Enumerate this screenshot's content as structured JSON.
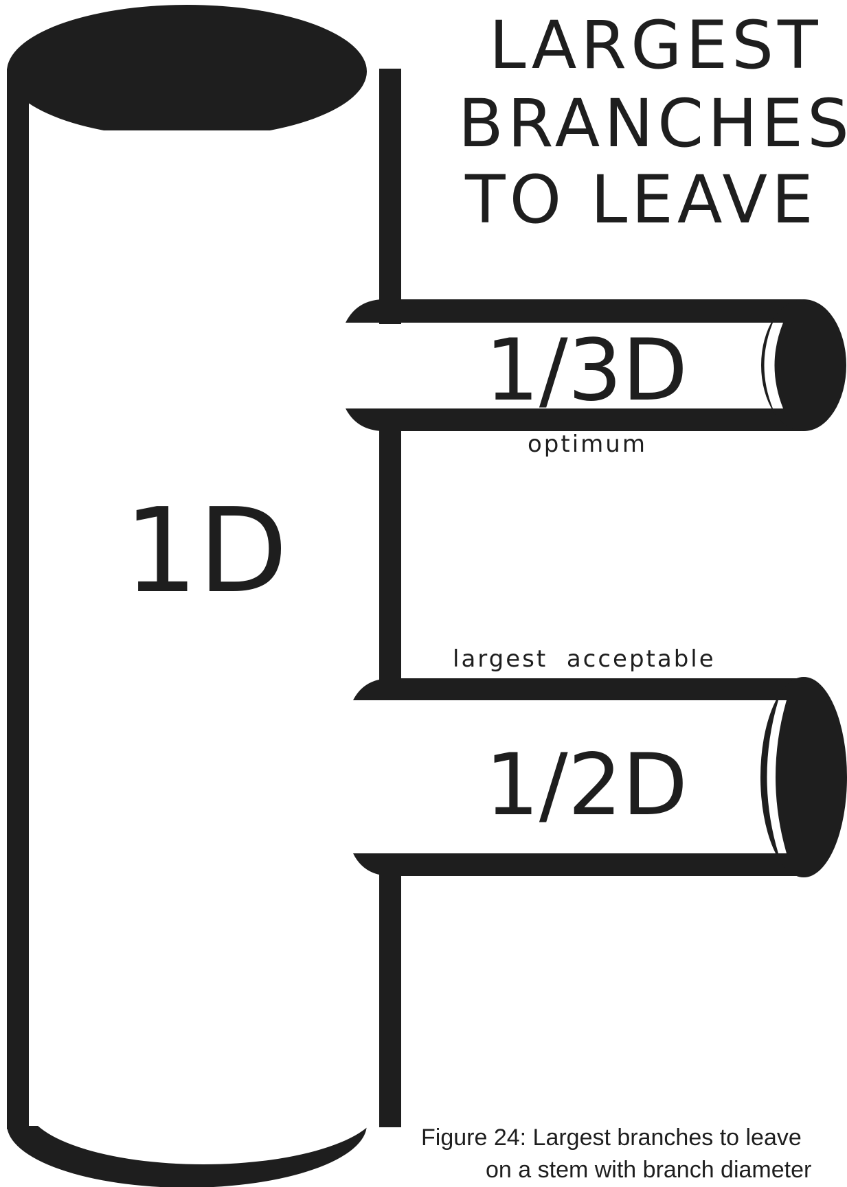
{
  "title": {
    "line1": "LARGEST",
    "line2": "BRANCHES",
    "line3": "TO LEAVE"
  },
  "stem": {
    "label": "1D"
  },
  "branches": [
    {
      "label": "1/3D",
      "note": "optimum"
    },
    {
      "label": "1/2D",
      "note": "largest  acceptable"
    }
  ],
  "caption": {
    "line1": "Figure 24:  Largest branches to leave",
    "line2": "on a stem with branch diameter"
  },
  "colors": {
    "ink": "#1e1e1e",
    "background": "#ffffff"
  }
}
